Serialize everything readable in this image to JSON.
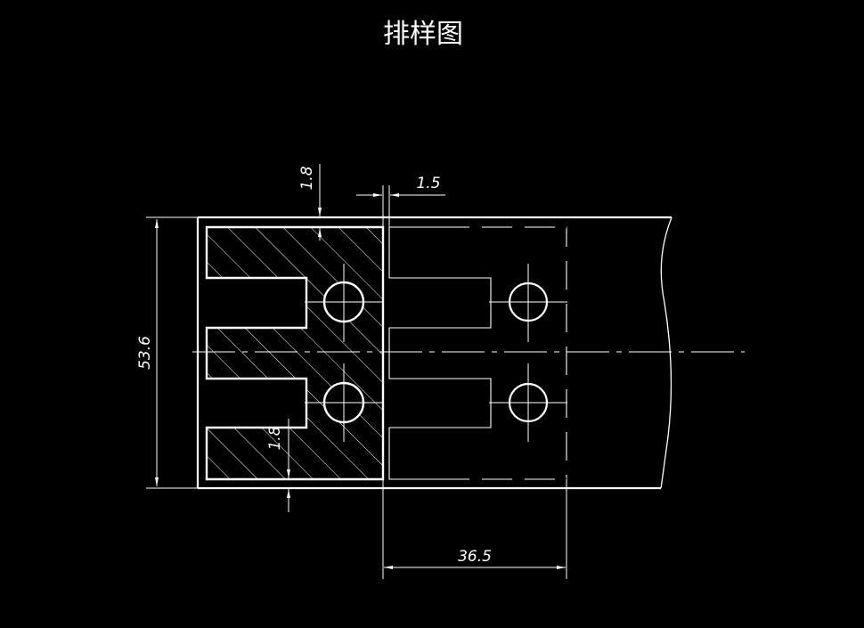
{
  "drawing": {
    "title": "排样图",
    "colors": {
      "background": "#000000",
      "lines": "#ffffff"
    }
  },
  "dimensions": {
    "strip_width": "53.6",
    "edge_margin_top": "1.8",
    "edge_margin_bottom": "1.8",
    "part_gap": "1.5",
    "pitch": "36.5"
  }
}
